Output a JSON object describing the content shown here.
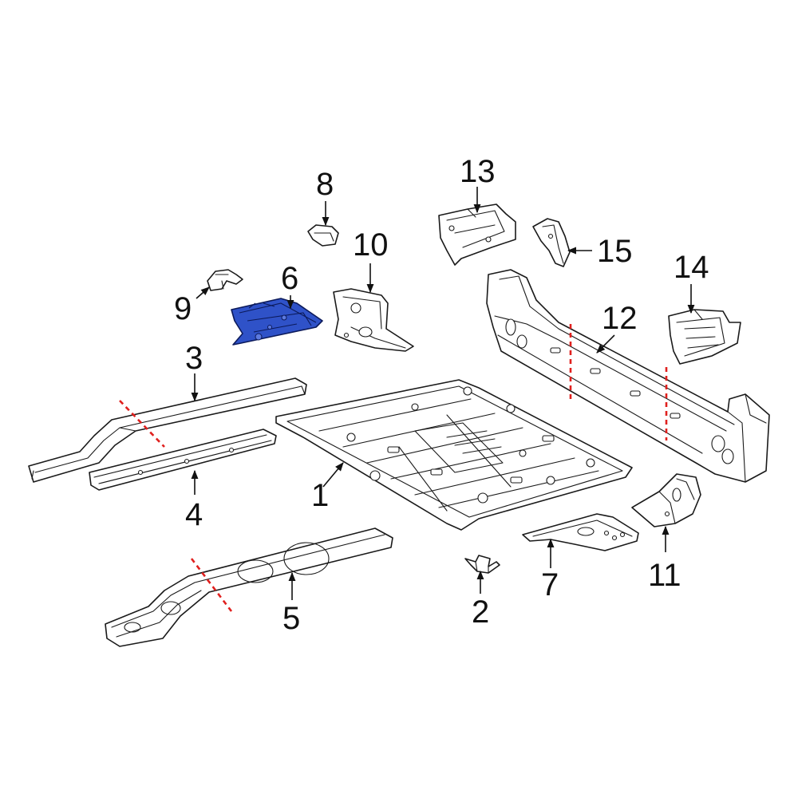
{
  "callouts": {
    "p1": "1",
    "p2": "2",
    "p3": "3",
    "p4": "4",
    "p5": "5",
    "p6": "6",
    "p7": "7",
    "p8": "8",
    "p9": "9",
    "p10": "10",
    "p11": "11",
    "p12": "12",
    "p13": "13",
    "p14": "14",
    "p15": "15"
  },
  "highlighted_part": "6",
  "colors": {
    "highlight": "#2f52c8",
    "cut_line": "#e0201e",
    "outline": "#1a1a1a",
    "background": "#ffffff"
  }
}
